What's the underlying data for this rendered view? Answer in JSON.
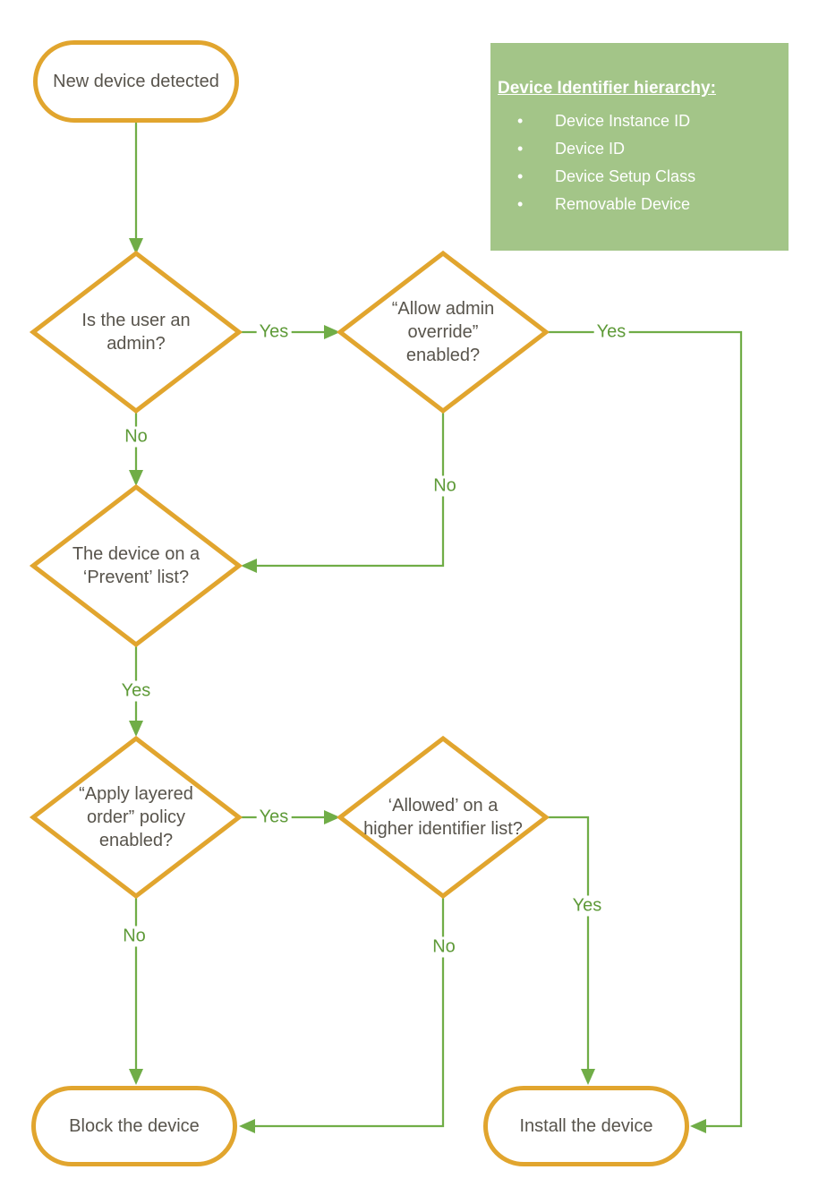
{
  "colors": {
    "node_border": "#E1A52E",
    "edge": "#70AD47",
    "edge_label": "#5E9A38",
    "legend_bg": "#A3C588",
    "legend_text": "#FFFFFF",
    "node_text": "#58544C",
    "background": "#FFFFFF"
  },
  "legend": {
    "title": "Device Identifier hierarchy:",
    "bullet": "•",
    "items": [
      "Device Instance ID",
      "Device ID",
      "Device Setup Class",
      "Removable Device"
    ]
  },
  "nodes": {
    "start": "New device detected",
    "admin": "Is the user an admin?",
    "override": "“Allow admin override” enabled?",
    "prevent": "The device on a ‘Prevent’ list?",
    "layered": "“Apply layered order” policy enabled?",
    "allowed": "‘Allowed’ on a higher identifier list?",
    "block": "Block the device",
    "install": "Install the device"
  },
  "edges": [
    {
      "from": "start",
      "to": "admin",
      "label": ""
    },
    {
      "from": "admin",
      "to": "override",
      "label": "Yes"
    },
    {
      "from": "admin",
      "to": "prevent",
      "label": "No"
    },
    {
      "from": "override",
      "to": "install",
      "label": "Yes"
    },
    {
      "from": "override",
      "to": "prevent",
      "label": "No"
    },
    {
      "from": "prevent",
      "to": "layered",
      "label": "Yes"
    },
    {
      "from": "layered",
      "to": "allowed",
      "label": "Yes"
    },
    {
      "from": "layered",
      "to": "block",
      "label": "No"
    },
    {
      "from": "allowed",
      "to": "install",
      "label": "Yes"
    },
    {
      "from": "allowed",
      "to": "block",
      "label": "No"
    }
  ]
}
